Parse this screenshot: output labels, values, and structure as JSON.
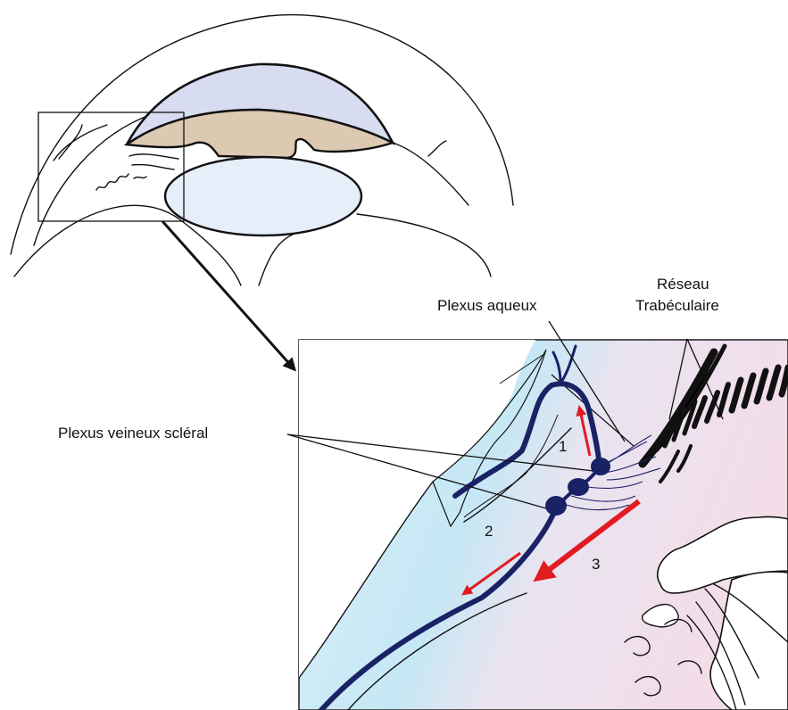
{
  "labels": {
    "plexus_aqueux": "Plexus aqueux",
    "reseau_line1": "Réseau",
    "reseau_line2": "Trabéculaire",
    "plexus_veineux": "Plexus veineux scléral"
  },
  "flow_numbers": [
    "1",
    "2",
    "3"
  ],
  "colors": {
    "cornea_fill": "#d8dcf0",
    "iris_fill": "#dcc9b2",
    "lens_fill": "#e6eef9",
    "sclera_blue": "#c4e6f4",
    "tissue_pink": "#f2dde8",
    "vein": "#1a2266",
    "arrow_red": "#e21b23",
    "trabecular": "#111111"
  }
}
